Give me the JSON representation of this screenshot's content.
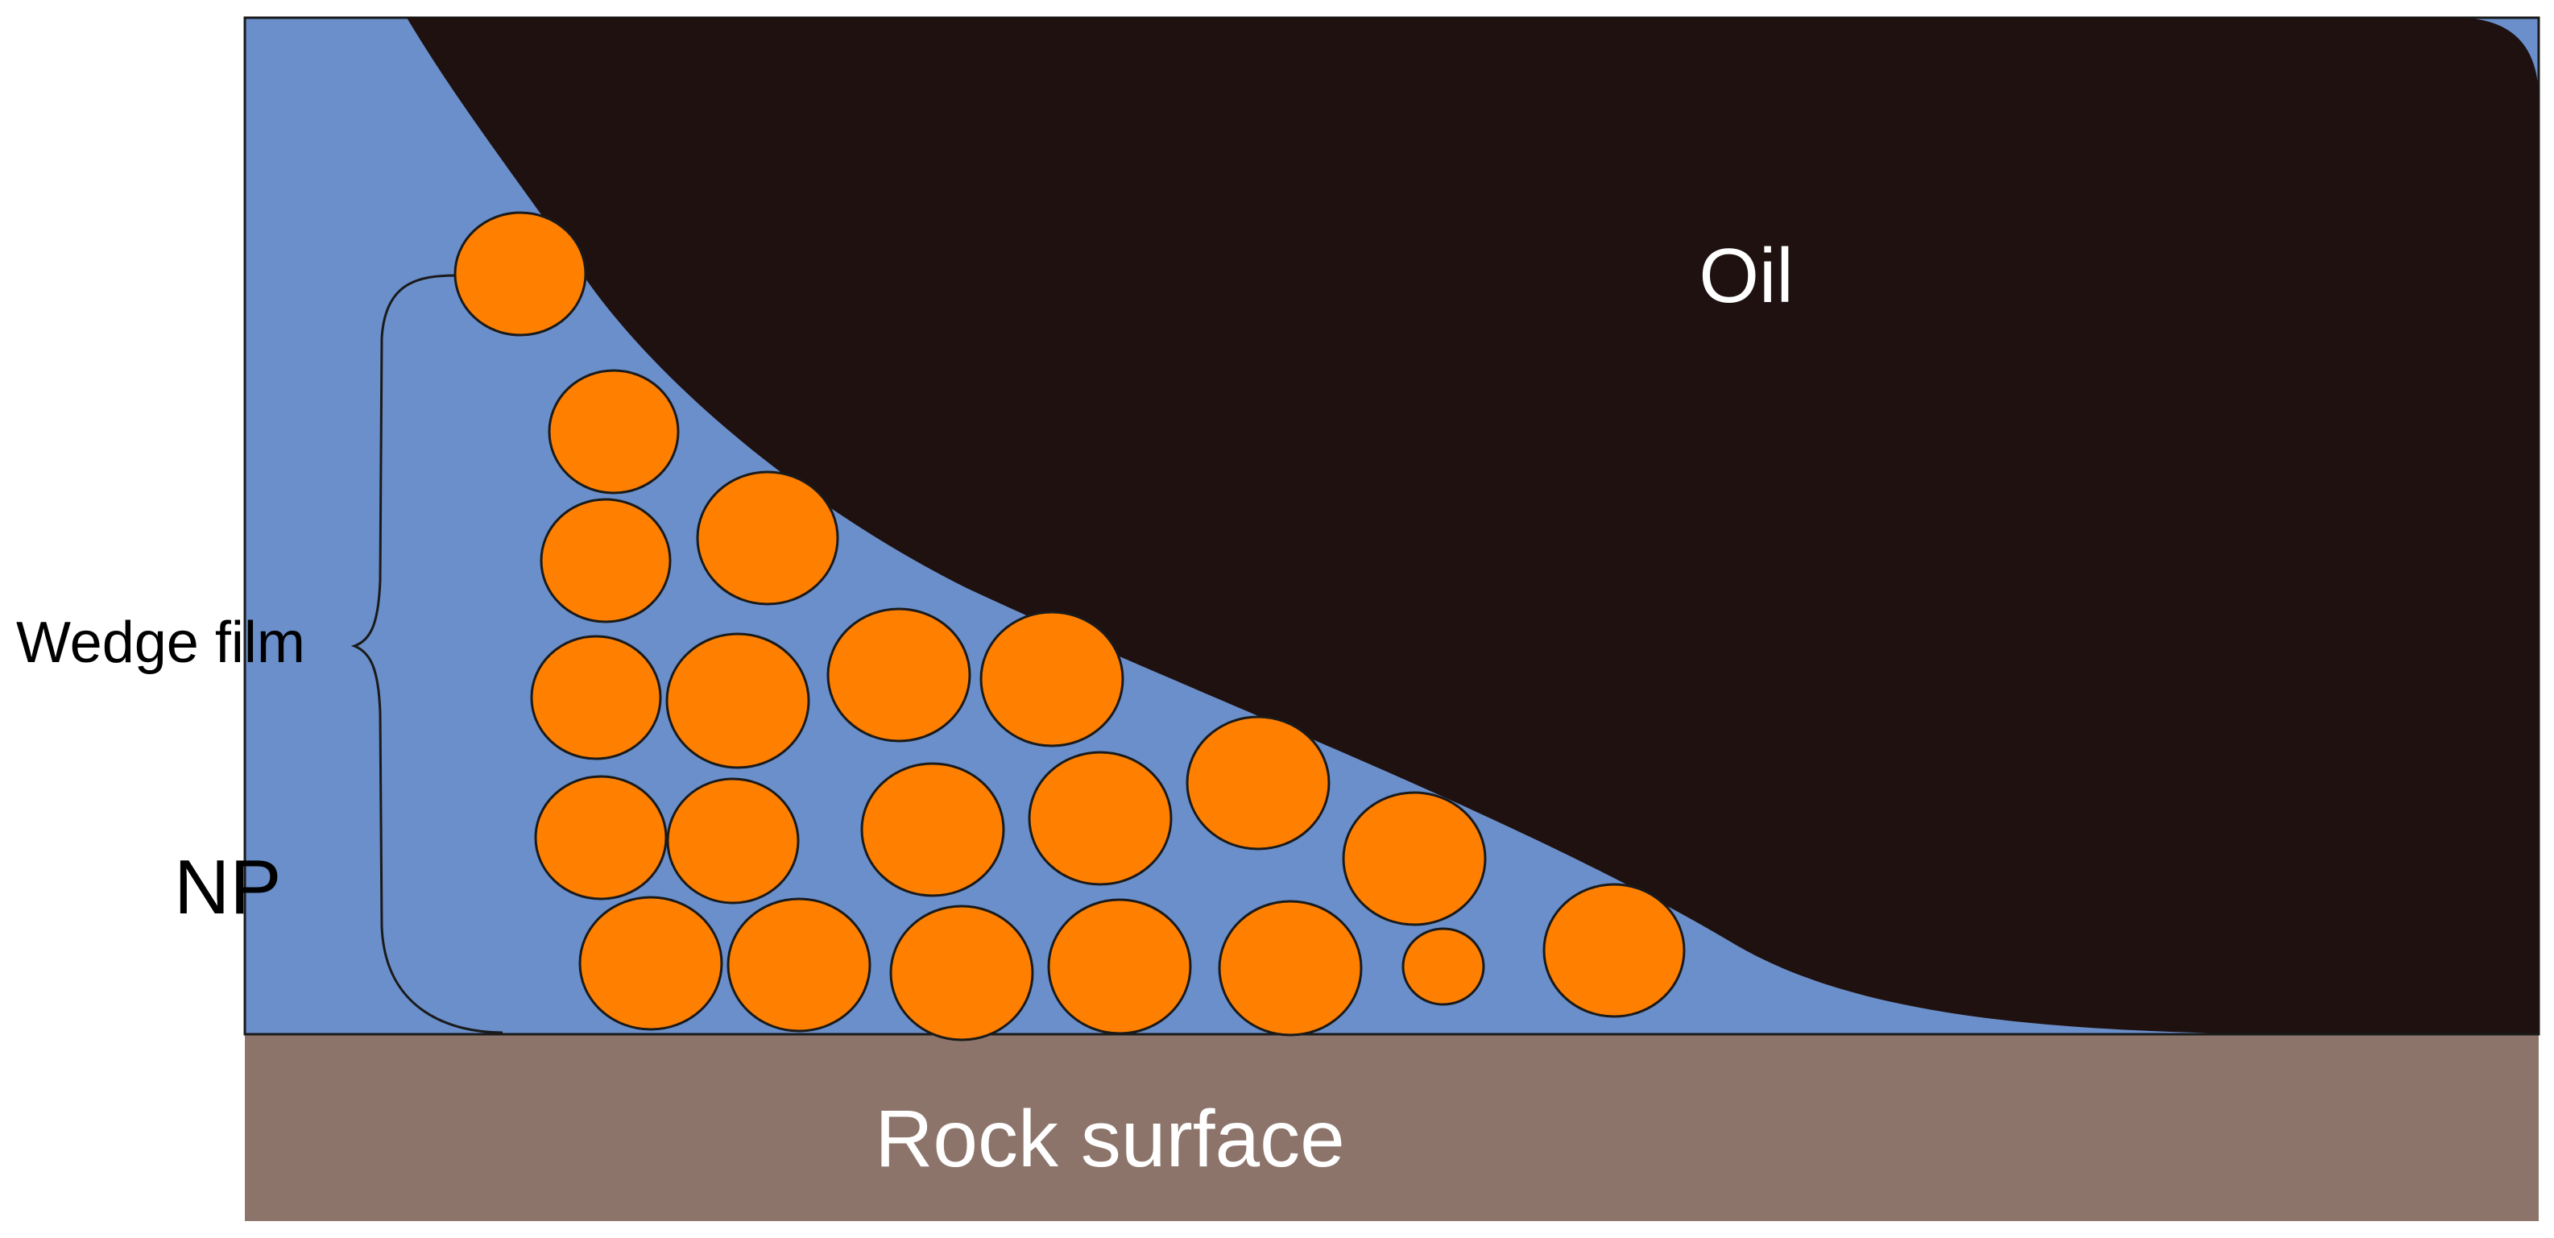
{
  "labels": {
    "oil": "Oil",
    "rock_surface": "Rock surface",
    "wedge_film": "Wedge film",
    "np": "NP"
  },
  "colors": {
    "water": "#6a8fca",
    "oil": "#1e1110",
    "rock": "#8c746b",
    "nanoparticle": "#ff8000",
    "outline": "#1a1a1a",
    "label_dark": "#000000",
    "label_light": "#ffffff"
  }
}
